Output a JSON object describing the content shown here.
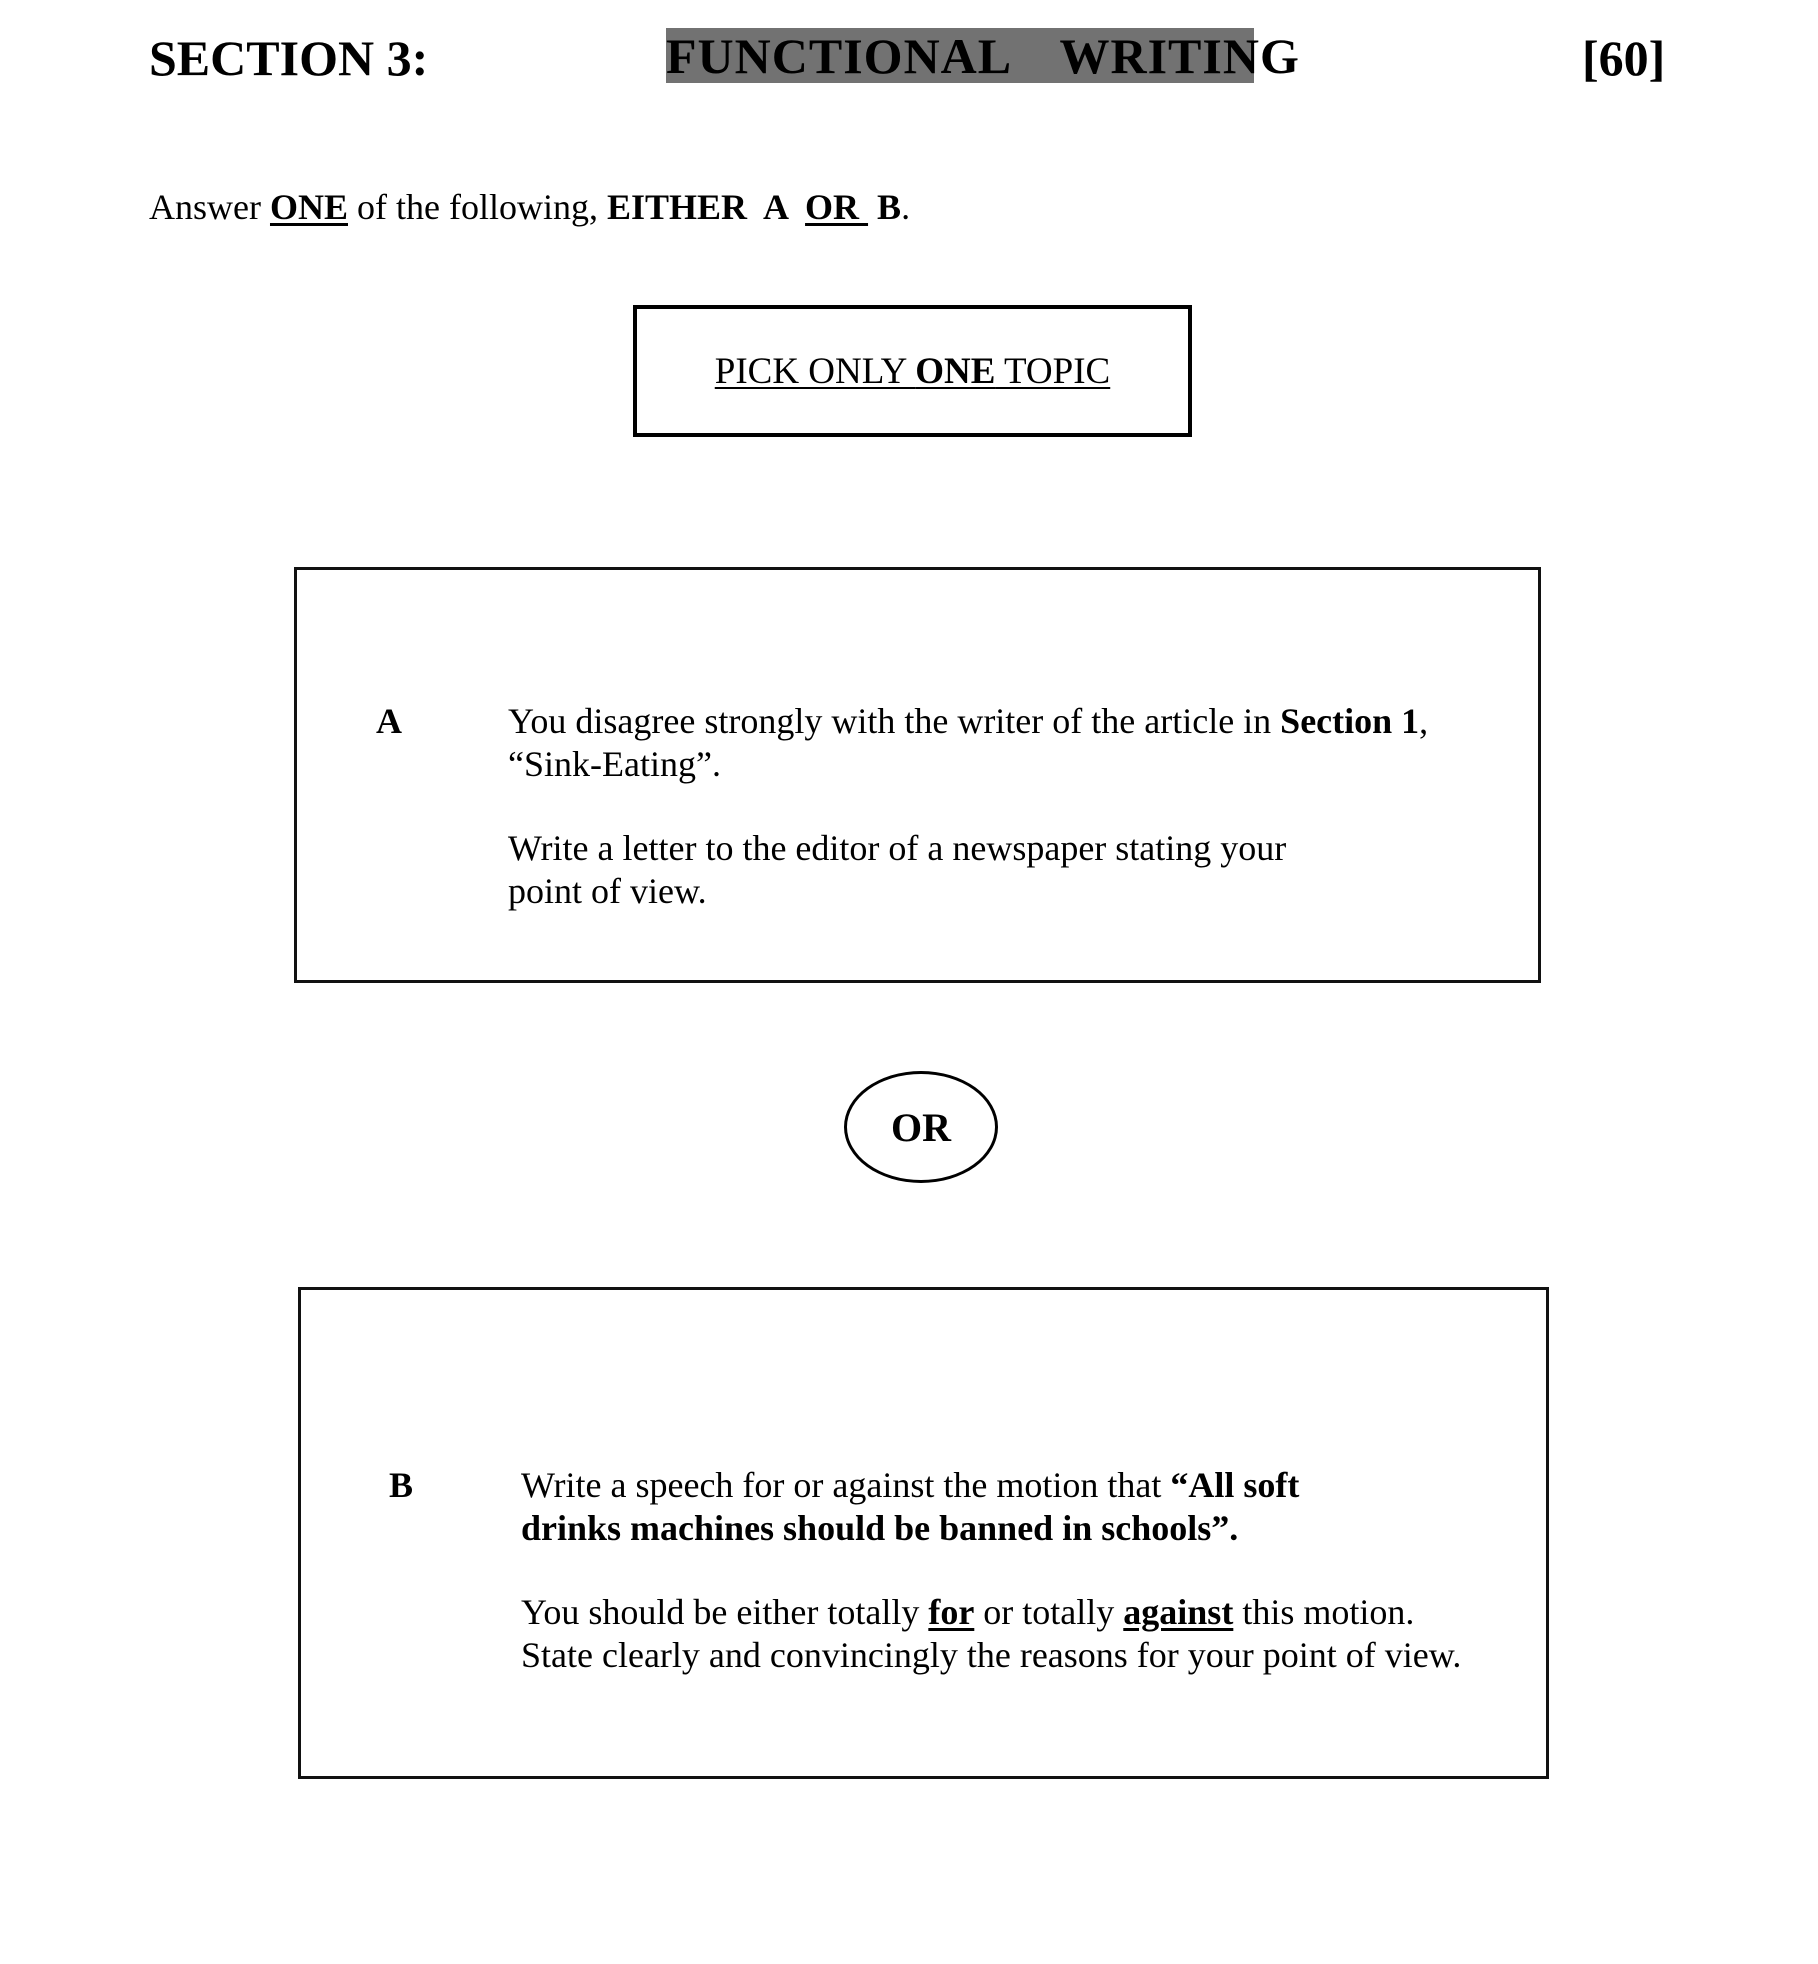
{
  "header": {
    "section": "SECTION 3:",
    "title": "FUNCTIONAL  WRITING",
    "title_band_color": "#727272",
    "marks": "[60]"
  },
  "instruction": {
    "prefix": "Answer ",
    "one": "ONE",
    "middle": " of the following, ",
    "either_a": "EITHER  A  ",
    "or": "OR ",
    "b": " B",
    "end": "."
  },
  "pick_box": {
    "before": "PICK ONLY ",
    "bold": "ONE",
    "after": " TOPIC"
  },
  "option_a": {
    "label": "A",
    "line1_text": "You disagree strongly with the writer of the article in ",
    "line1_bold": "Section 1",
    "line1_end": ",",
    "line2": "“Sink-Eating”.",
    "line3": "Write a letter to the editor of a newspaper stating your",
    "line4": "point of view."
  },
  "or_oval": "OR",
  "option_b": {
    "label": "B",
    "line1_text": "Write a speech for or against the motion that ",
    "line1_bold": "“All soft",
    "line2_bold": "drinks machines should be banned in schools”.",
    "line3_a": "You should be either totally ",
    "line3_for": "for",
    "line3_b": " or totally ",
    "line3_against": "against",
    "line3_c": " this motion.",
    "line4": "State clearly and convincingly the reasons for your point of view."
  }
}
